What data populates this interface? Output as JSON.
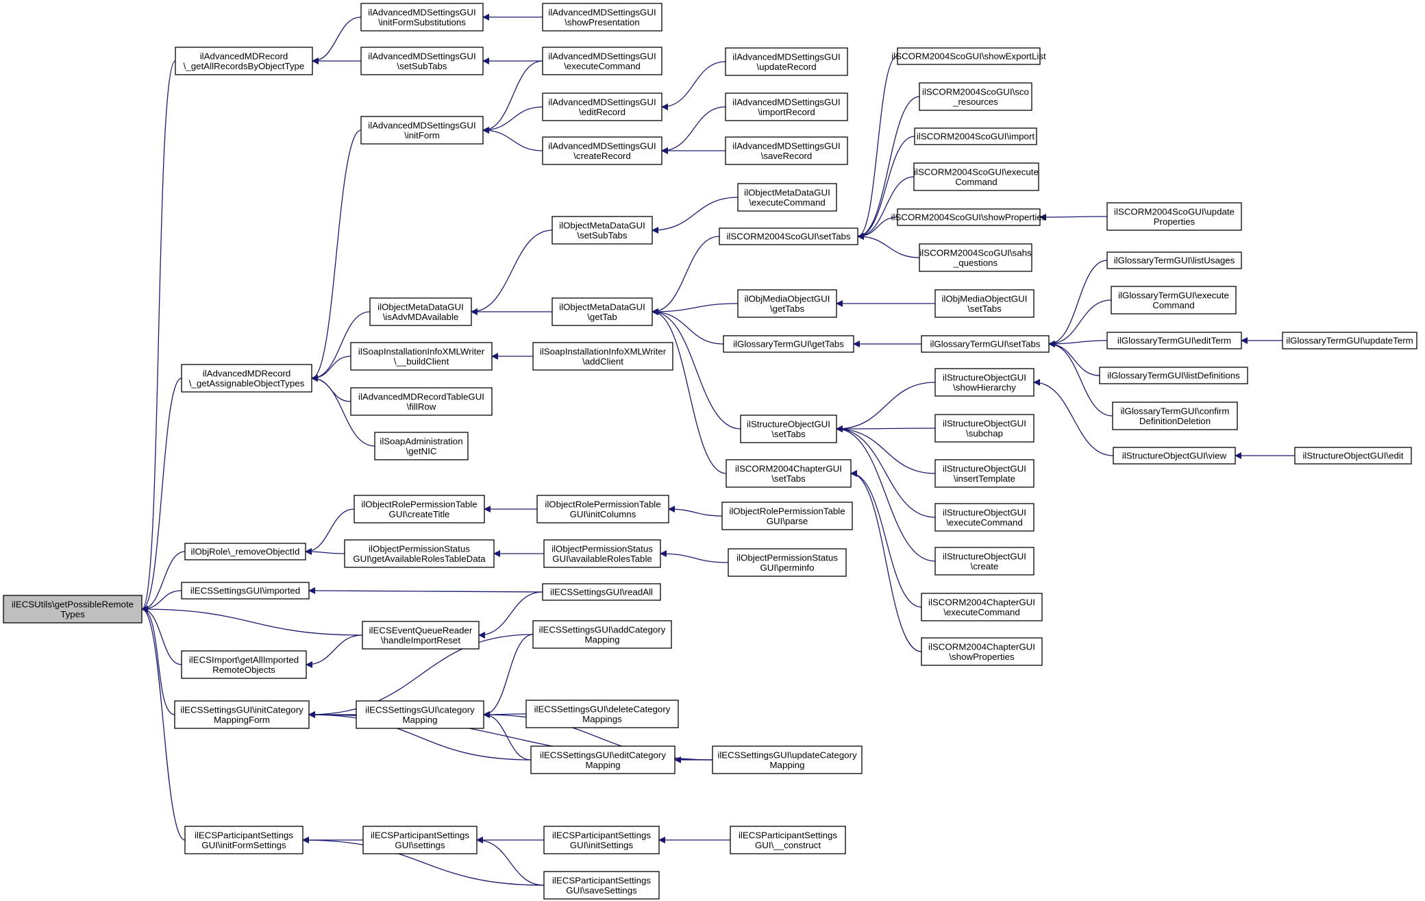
{
  "graph": {
    "type": "caller-graph",
    "colors": {
      "edge": "#191970",
      "node_border": "#000000",
      "root_fill": "#bfbfbf",
      "node_fill": "#ffffff"
    },
    "nodes": [
      {
        "id": "root",
        "lines": [
          "ilECSUtils\\getPossibleRemote",
          "Types"
        ],
        "root": true
      },
      {
        "id": "adv_getAll",
        "lines": [
          "ilAdvancedMDRecord",
          "\\_getAllRecordsByObjectType"
        ]
      },
      {
        "id": "adv_getAssign",
        "lines": [
          "ilAdvancedMDRecord",
          "\\_getAssignableObjectTypes"
        ]
      },
      {
        "id": "objrole_remove",
        "lines": [
          "ilObjRole\\_removeObjectId"
        ]
      },
      {
        "id": "ecs_imported",
        "lines": [
          "ilECSSettingsGUI\\imported"
        ]
      },
      {
        "id": "ecs_event",
        "lines": [
          "ilECSEventQueueReader",
          "\\handleImportReset"
        ]
      },
      {
        "id": "ecs_import_all",
        "lines": [
          "ilECSImport\\getAllImported",
          "RemoteObjects"
        ]
      },
      {
        "id": "ecs_initcat",
        "lines": [
          "ilECSSettingsGUI\\initCategory",
          "MappingForm"
        ]
      },
      {
        "id": "ecs_part_initform",
        "lines": [
          "ilECSParticipantSettings",
          "GUI\\initFormSettings"
        ]
      },
      {
        "id": "amds_initFormSub",
        "lines": [
          "ilAdvancedMDSettingsGUI",
          "\\initFormSubstitutions"
        ]
      },
      {
        "id": "amds_showPres",
        "lines": [
          "ilAdvancedMDSettingsGUI",
          "\\showPresentation"
        ]
      },
      {
        "id": "amds_setSubTabs",
        "lines": [
          "ilAdvancedMDSettingsGUI",
          "\\setSubTabs"
        ]
      },
      {
        "id": "amds_execCmd",
        "lines": [
          "ilAdvancedMDSettingsGUI",
          "\\executeCommand"
        ]
      },
      {
        "id": "amds_initForm",
        "lines": [
          "ilAdvancedMDSettingsGUI",
          "\\initForm"
        ]
      },
      {
        "id": "amds_editRecord",
        "lines": [
          "ilAdvancedMDSettingsGUI",
          "\\editRecord"
        ]
      },
      {
        "id": "amds_createRecord",
        "lines": [
          "ilAdvancedMDSettingsGUI",
          "\\createRecord"
        ]
      },
      {
        "id": "amds_updateRecord",
        "lines": [
          "ilAdvancedMDSettingsGUI",
          "\\updateRecord"
        ]
      },
      {
        "id": "amds_importRecord",
        "lines": [
          "ilAdvancedMDSettingsGUI",
          "\\importRecord"
        ]
      },
      {
        "id": "amds_saveRecord",
        "lines": [
          "ilAdvancedMDSettingsGUI",
          "\\saveRecord"
        ]
      },
      {
        "id": "omd_execCmd",
        "lines": [
          "ilObjectMetaDataGUI",
          "\\executeCommand"
        ]
      },
      {
        "id": "omd_setSubTabs",
        "lines": [
          "ilObjectMetaDataGUI",
          "\\setSubTabs"
        ]
      },
      {
        "id": "omd_isAdv",
        "lines": [
          "ilObjectMetaDataGUI",
          "\\isAdvMDAvailable"
        ]
      },
      {
        "id": "omd_getTab",
        "lines": [
          "ilObjectMetaDataGUI",
          "\\getTab"
        ]
      },
      {
        "id": "soapxml_build",
        "lines": [
          "ilSoapInstallationInfoXMLWriter",
          "\\__buildClient"
        ]
      },
      {
        "id": "soapxml_add",
        "lines": [
          "ilSoapInstallationInfoXMLWriter",
          "\\addClient"
        ]
      },
      {
        "id": "amdrt_fill",
        "lines": [
          "ilAdvancedMDRecordTableGUI",
          "\\fillRow"
        ]
      },
      {
        "id": "soapadm_getnic",
        "lines": [
          "ilSoapAdministration",
          "\\getNIC"
        ]
      },
      {
        "id": "sco_setTabs",
        "lines": [
          "ilSCORM2004ScoGUI\\setTabs"
        ]
      },
      {
        "id": "sco_showExport",
        "lines": [
          "ilSCORM2004ScoGUI\\showExportList"
        ]
      },
      {
        "id": "sco_resources",
        "lines": [
          "ilSCORM2004ScoGUI\\sco",
          "_resources"
        ]
      },
      {
        "id": "sco_import",
        "lines": [
          "ilSCORM2004ScoGUI\\import"
        ]
      },
      {
        "id": "sco_exec",
        "lines": [
          "ilSCORM2004ScoGUI\\execute",
          "Command"
        ]
      },
      {
        "id": "sco_showProps",
        "lines": [
          "ilSCORM2004ScoGUI\\showProperties"
        ]
      },
      {
        "id": "sco_updateProps",
        "lines": [
          "ilSCORM2004ScoGUI\\update",
          "Properties"
        ]
      },
      {
        "id": "sco_sahs",
        "lines": [
          "ilSCORM2004ScoGUI\\sahs",
          "_questions"
        ]
      },
      {
        "id": "objmedia_getTabs",
        "lines": [
          "ilObjMediaObjectGUI",
          "\\getTabs"
        ]
      },
      {
        "id": "objmedia_setTabs",
        "lines": [
          "ilObjMediaObjectGUI",
          "\\setTabs"
        ]
      },
      {
        "id": "gloss_getTabs",
        "lines": [
          "ilGlossaryTermGUI\\getTabs"
        ]
      },
      {
        "id": "gloss_setTabs",
        "lines": [
          "ilGlossaryTermGUI\\setTabs"
        ]
      },
      {
        "id": "gloss_listUsages",
        "lines": [
          "ilGlossaryTermGUI\\listUsages"
        ]
      },
      {
        "id": "gloss_exec",
        "lines": [
          "ilGlossaryTermGUI\\execute",
          "Command"
        ]
      },
      {
        "id": "gloss_editTerm",
        "lines": [
          "ilGlossaryTermGUI\\editTerm"
        ]
      },
      {
        "id": "gloss_updateTerm",
        "lines": [
          "ilGlossaryTermGUI\\updateTerm"
        ]
      },
      {
        "id": "gloss_listDefs",
        "lines": [
          "ilGlossaryTermGUI\\listDefinitions"
        ]
      },
      {
        "id": "gloss_confirmDel",
        "lines": [
          "ilGlossaryTermGUI\\confirm",
          "DefinitionDeletion"
        ]
      },
      {
        "id": "struct_setTabs",
        "lines": [
          "ilStructureObjectGUI",
          "\\setTabs"
        ]
      },
      {
        "id": "struct_showHier",
        "lines": [
          "ilStructureObjectGUI",
          "\\showHierarchy"
        ]
      },
      {
        "id": "struct_subchap",
        "lines": [
          "ilStructureObjectGUI",
          "\\subchap"
        ]
      },
      {
        "id": "struct_insertTpl",
        "lines": [
          "ilStructureObjectGUI",
          "\\insertTemplate"
        ]
      },
      {
        "id": "struct_exec",
        "lines": [
          "ilStructureObjectGUI",
          "\\executeCommand"
        ]
      },
      {
        "id": "struct_create",
        "lines": [
          "ilStructureObjectGUI",
          "\\create"
        ]
      },
      {
        "id": "struct_view",
        "lines": [
          "ilStructureObjectGUI\\view"
        ]
      },
      {
        "id": "struct_edit",
        "lines": [
          "ilStructureObjectGUI\\edit"
        ]
      },
      {
        "id": "chap_setTabs",
        "lines": [
          "ilSCORM2004ChapterGUI",
          "\\setTabs"
        ]
      },
      {
        "id": "chap_exec",
        "lines": [
          "ilSCORM2004ChapterGUI",
          "\\executeCommand"
        ]
      },
      {
        "id": "chap_showProps",
        "lines": [
          "ilSCORM2004ChapterGUI",
          "\\showProperties"
        ]
      },
      {
        "id": "orpt_createTitle",
        "lines": [
          "ilObjectRolePermissionTable",
          "GUI\\createTitle"
        ]
      },
      {
        "id": "orpt_initCols",
        "lines": [
          "ilObjectRolePermissionTable",
          "GUI\\initColumns"
        ]
      },
      {
        "id": "orpt_parse",
        "lines": [
          "ilObjectRolePermissionTable",
          "GUI\\parse"
        ]
      },
      {
        "id": "ops_getAvail",
        "lines": [
          "ilObjectPermissionStatus",
          "GUI\\getAvailableRolesTableData"
        ]
      },
      {
        "id": "ops_availTable",
        "lines": [
          "ilObjectPermissionStatus",
          "GUI\\availableRolesTable"
        ]
      },
      {
        "id": "ops_perminfo",
        "lines": [
          "ilObjectPermissionStatus",
          "GUI\\perminfo"
        ]
      },
      {
        "id": "ecs_readAll",
        "lines": [
          "ilECSSettingsGUI\\readAll"
        ]
      },
      {
        "id": "ecs_addCat",
        "lines": [
          "ilECSSettingsGUI\\addCategory",
          "Mapping"
        ]
      },
      {
        "id": "ecs_catMap",
        "lines": [
          "ilECSSettingsGUI\\category",
          "Mapping"
        ]
      },
      {
        "id": "ecs_delCat",
        "lines": [
          "ilECSSettingsGUI\\deleteCategory",
          "Mappings"
        ]
      },
      {
        "id": "ecs_editCat",
        "lines": [
          "ilECSSettingsGUI\\editCategory",
          "Mapping"
        ]
      },
      {
        "id": "ecs_updateCat",
        "lines": [
          "ilECSSettingsGUI\\updateCategory",
          "Mapping"
        ]
      },
      {
        "id": "ecsp_settings",
        "lines": [
          "ilECSParticipantSettings",
          "GUI\\settings"
        ]
      },
      {
        "id": "ecsp_initSettings",
        "lines": [
          "ilECSParticipantSettings",
          "GUI\\initSettings"
        ]
      },
      {
        "id": "ecsp_construct",
        "lines": [
          "ilECSParticipantSettings",
          "GUI\\__construct"
        ]
      },
      {
        "id": "ecsp_save",
        "lines": [
          "ilECSParticipantSettings",
          "GUI\\saveSettings"
        ]
      }
    ],
    "edges": [
      {
        "from": "adv_getAll",
        "to": "root"
      },
      {
        "from": "adv_getAssign",
        "to": "root"
      },
      {
        "from": "objrole_remove",
        "to": "root"
      },
      {
        "from": "ecs_imported",
        "to": "root"
      },
      {
        "from": "ecs_event",
        "to": "root"
      },
      {
        "from": "ecs_import_all",
        "to": "root"
      },
      {
        "from": "ecs_initcat",
        "to": "root"
      },
      {
        "from": "ecs_part_initform",
        "to": "root"
      },
      {
        "from": "amds_initFormSub",
        "to": "adv_getAll"
      },
      {
        "from": "amds_setSubTabs",
        "to": "adv_getAll"
      },
      {
        "from": "amds_showPres",
        "to": "amds_initFormSub"
      },
      {
        "from": "amds_execCmd",
        "to": "amds_setSubTabs"
      },
      {
        "from": "amds_initForm",
        "to": "adv_getAssign"
      },
      {
        "from": "omd_isAdv",
        "to": "adv_getAssign"
      },
      {
        "from": "soapxml_build",
        "to": "adv_getAssign"
      },
      {
        "from": "amdrt_fill",
        "to": "adv_getAssign"
      },
      {
        "from": "soapadm_getnic",
        "to": "adv_getAssign"
      },
      {
        "from": "amds_execCmd",
        "to": "amds_initForm"
      },
      {
        "from": "amds_editRecord",
        "to": "amds_initForm"
      },
      {
        "from": "amds_createRecord",
        "to": "amds_initForm"
      },
      {
        "from": "amds_updateRecord",
        "to": "amds_editRecord"
      },
      {
        "from": "amds_importRecord",
        "to": "amds_createRecord"
      },
      {
        "from": "amds_saveRecord",
        "to": "amds_createRecord"
      },
      {
        "from": "omd_setSubTabs",
        "to": "omd_isAdv"
      },
      {
        "from": "omd_getTab",
        "to": "omd_isAdv"
      },
      {
        "from": "omd_execCmd",
        "to": "omd_setSubTabs"
      },
      {
        "from": "sco_setTabs",
        "to": "omd_getTab"
      },
      {
        "from": "objmedia_getTabs",
        "to": "omd_getTab"
      },
      {
        "from": "gloss_getTabs",
        "to": "omd_getTab"
      },
      {
        "from": "struct_setTabs",
        "to": "omd_getTab"
      },
      {
        "from": "chap_setTabs",
        "to": "omd_getTab"
      },
      {
        "from": "soapxml_add",
        "to": "soapxml_build"
      },
      {
        "from": "sco_showExport",
        "to": "sco_setTabs"
      },
      {
        "from": "sco_resources",
        "to": "sco_setTabs"
      },
      {
        "from": "sco_import",
        "to": "sco_setTabs"
      },
      {
        "from": "sco_exec",
        "to": "sco_setTabs"
      },
      {
        "from": "sco_showProps",
        "to": "sco_setTabs"
      },
      {
        "from": "sco_sahs",
        "to": "sco_setTabs"
      },
      {
        "from": "sco_updateProps",
        "to": "sco_showProps"
      },
      {
        "from": "objmedia_setTabs",
        "to": "objmedia_getTabs"
      },
      {
        "from": "gloss_setTabs",
        "to": "gloss_getTabs"
      },
      {
        "from": "gloss_listUsages",
        "to": "gloss_setTabs"
      },
      {
        "from": "gloss_exec",
        "to": "gloss_setTabs"
      },
      {
        "from": "gloss_editTerm",
        "to": "gloss_setTabs"
      },
      {
        "from": "gloss_listDefs",
        "to": "gloss_setTabs"
      },
      {
        "from": "gloss_confirmDel",
        "to": "gloss_setTabs"
      },
      {
        "from": "gloss_updateTerm",
        "to": "gloss_editTerm"
      },
      {
        "from": "struct_showHier",
        "to": "struct_setTabs"
      },
      {
        "from": "struct_subchap",
        "to": "struct_setTabs"
      },
      {
        "from": "struct_insertTpl",
        "to": "struct_setTabs"
      },
      {
        "from": "struct_exec",
        "to": "struct_setTabs"
      },
      {
        "from": "struct_create",
        "to": "struct_setTabs"
      },
      {
        "from": "struct_view",
        "to": "struct_showHier"
      },
      {
        "from": "struct_edit",
        "to": "struct_view"
      },
      {
        "from": "chap_exec",
        "to": "chap_setTabs"
      },
      {
        "from": "chap_showProps",
        "to": "chap_setTabs"
      },
      {
        "from": "orpt_createTitle",
        "to": "objrole_remove"
      },
      {
        "from": "ops_getAvail",
        "to": "objrole_remove"
      },
      {
        "from": "orpt_initCols",
        "to": "orpt_createTitle"
      },
      {
        "from": "orpt_parse",
        "to": "orpt_initCols"
      },
      {
        "from": "ops_availTable",
        "to": "ops_getAvail"
      },
      {
        "from": "ops_perminfo",
        "to": "ops_availTable"
      },
      {
        "from": "ecs_readAll",
        "to": "ecs_imported"
      },
      {
        "from": "ecs_readAll",
        "to": "ecs_event"
      },
      {
        "from": "ecs_event",
        "to": "ecs_import_all"
      },
      {
        "from": "ecs_addCat",
        "to": "ecs_initcat"
      },
      {
        "from": "ecs_catMap",
        "to": "ecs_initcat"
      },
      {
        "from": "ecs_editCat",
        "to": "ecs_initcat"
      },
      {
        "from": "ecs_updateCat",
        "to": "ecs_initcat"
      },
      {
        "from": "ecs_addCat",
        "to": "ecs_catMap"
      },
      {
        "from": "ecs_delCat",
        "to": "ecs_catMap"
      },
      {
        "from": "ecs_editCat",
        "to": "ecs_catMap"
      },
      {
        "from": "ecs_updateCat",
        "to": "ecs_catMap"
      },
      {
        "from": "ecs_updateCat",
        "to": "ecs_editCat"
      },
      {
        "from": "ecsp_settings",
        "to": "ecs_part_initform"
      },
      {
        "from": "ecsp_save",
        "to": "ecs_part_initform"
      },
      {
        "from": "ecsp_initSettings",
        "to": "ecsp_settings"
      },
      {
        "from": "ecsp_save",
        "to": "ecsp_settings"
      },
      {
        "from": "ecsp_construct",
        "to": "ecsp_initSettings"
      }
    ]
  }
}
